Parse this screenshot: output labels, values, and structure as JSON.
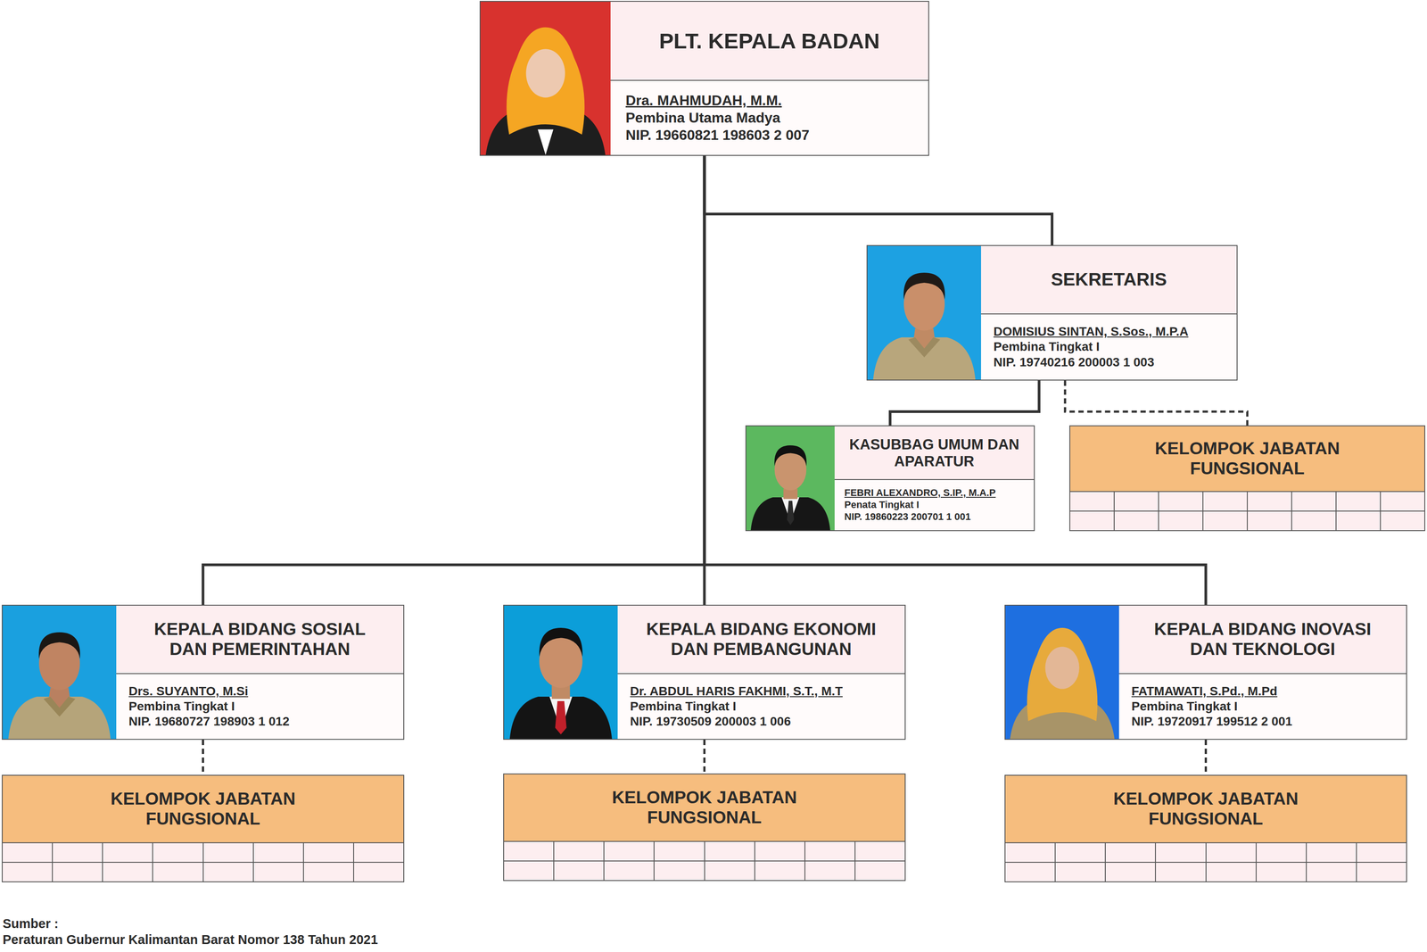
{
  "diagram": {
    "nodes": [
      {
        "text": [
          "PLT. KEPALA BADAN",
          "Dra. MAHMUDAH, M.M.",
          "Pembina Utama Madya",
          "NIP. 19660821 198603 2 007"
        ]
      },
      {
        "text": [
          "SEKRETARIS",
          "DOMISIUS SINTAN, S.Sos., M.P.A",
          "Pembina Tingkat I",
          "NIP. 19740216 200003 1 003"
        ]
      },
      {
        "text": [
          "KASUBBAG UMUM DAN APARATUR",
          "FEBRI ALEXANDRO, S.IP., M.A.P",
          "Penata Tingkat I",
          "NIP. 19860223 200701 1 001"
        ]
      },
      {
        "text": [
          "KELOMPOK JABATAN FUNGSIONAL"
        ]
      },
      {
        "text": [
          "KEPALA BIDANG SOSIAL DAN PEMERINTAHAN",
          "Drs. SUYANTO, M.Si",
          "Pembina Tingkat I",
          "NIP. 19680727 198903 1 012"
        ]
      },
      {
        "text": [
          "KEPALA BIDANG EKONOMI DAN PEMBANGUNAN",
          "Dr. ABDUL HARIS FAKHMI, S.T., M.T",
          "Pembina Tingkat I",
          "NIP. 19730509 200003 1 006"
        ]
      },
      {
        "text": [
          "KEPALA BIDANG INOVASI DAN TEKNOLOGI",
          "FATMAWATI, S.Pd., M.Pd",
          "Pembina Tingkat I",
          "NIP. 19720917 199512 2 001"
        ]
      },
      {
        "text": [
          "KELOMPOK JABATAN FUNGSIONAL"
        ]
      },
      {
        "text": [
          "KELOMPOK JABATAN FUNGSIONAL"
        ]
      },
      {
        "text": [
          "KELOMPOK JABATAN FUNGSIONAL"
        ]
      }
    ],
    "edges": [
      {
        "from": 0,
        "to": 1,
        "arrow": "none"
      },
      {
        "from": 1,
        "to": 2,
        "arrow": "none"
      },
      {
        "from": 1,
        "to": 3,
        "arrow": "none"
      },
      {
        "from": 0,
        "to": 4,
        "arrow": "none"
      },
      {
        "from": 0,
        "to": 5,
        "arrow": "none"
      },
      {
        "from": 0,
        "to": 6,
        "arrow": "none"
      },
      {
        "from": 4,
        "to": 7,
        "arrow": "none"
      },
      {
        "from": 5,
        "to": 8,
        "arrow": "none"
      },
      {
        "from": 6,
        "to": 9,
        "arrow": "none"
      }
    ],
    "labels": [
      "Sumber :",
      "Peraturan Gubernur Kalimantan Barat Nomor 138 Tahun 2021"
    ]
  }
}
